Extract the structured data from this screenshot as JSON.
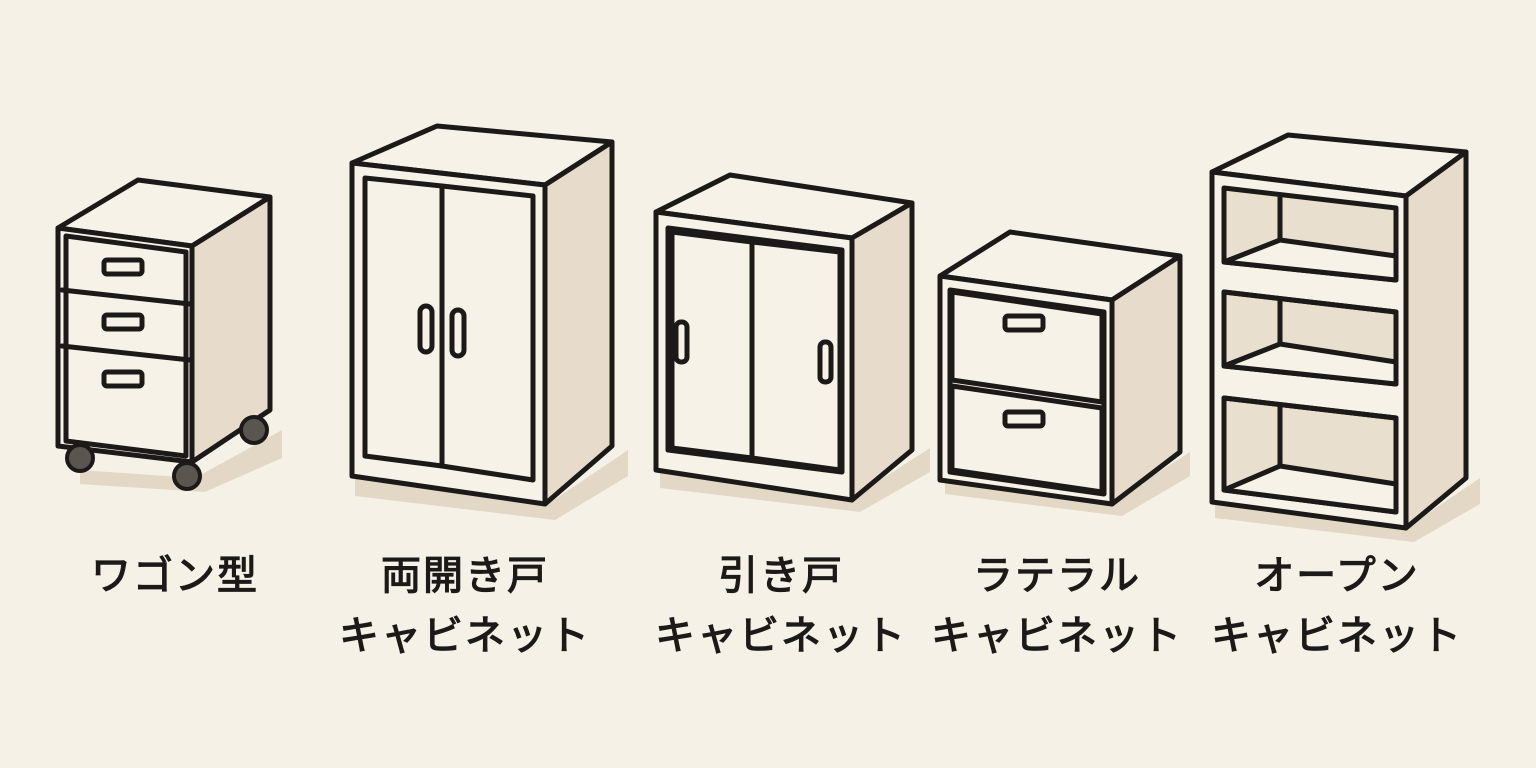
{
  "colors": {
    "background": "#f6f1e7",
    "outline": "#1c1a18",
    "front_face": "#f7f2e8",
    "side_face": "#e7dccb",
    "interior": "#e9dfcf",
    "shadow": "#e3d8c5"
  },
  "cabinets": [
    {
      "icon": "wagon-cabinet-icon",
      "lines": [
        "ワゴン型"
      ]
    },
    {
      "icon": "double-door-cabinet-icon",
      "lines": [
        "両開き戸",
        "キャビネット"
      ]
    },
    {
      "icon": "sliding-door-cabinet-icon",
      "lines": [
        "引き戸",
        "キャビネット"
      ]
    },
    {
      "icon": "lateral-cabinet-icon",
      "lines": [
        "ラテラル",
        "キャビネット"
      ]
    },
    {
      "icon": "open-cabinet-icon",
      "lines": [
        "オープン",
        "キャビネット"
      ]
    }
  ]
}
